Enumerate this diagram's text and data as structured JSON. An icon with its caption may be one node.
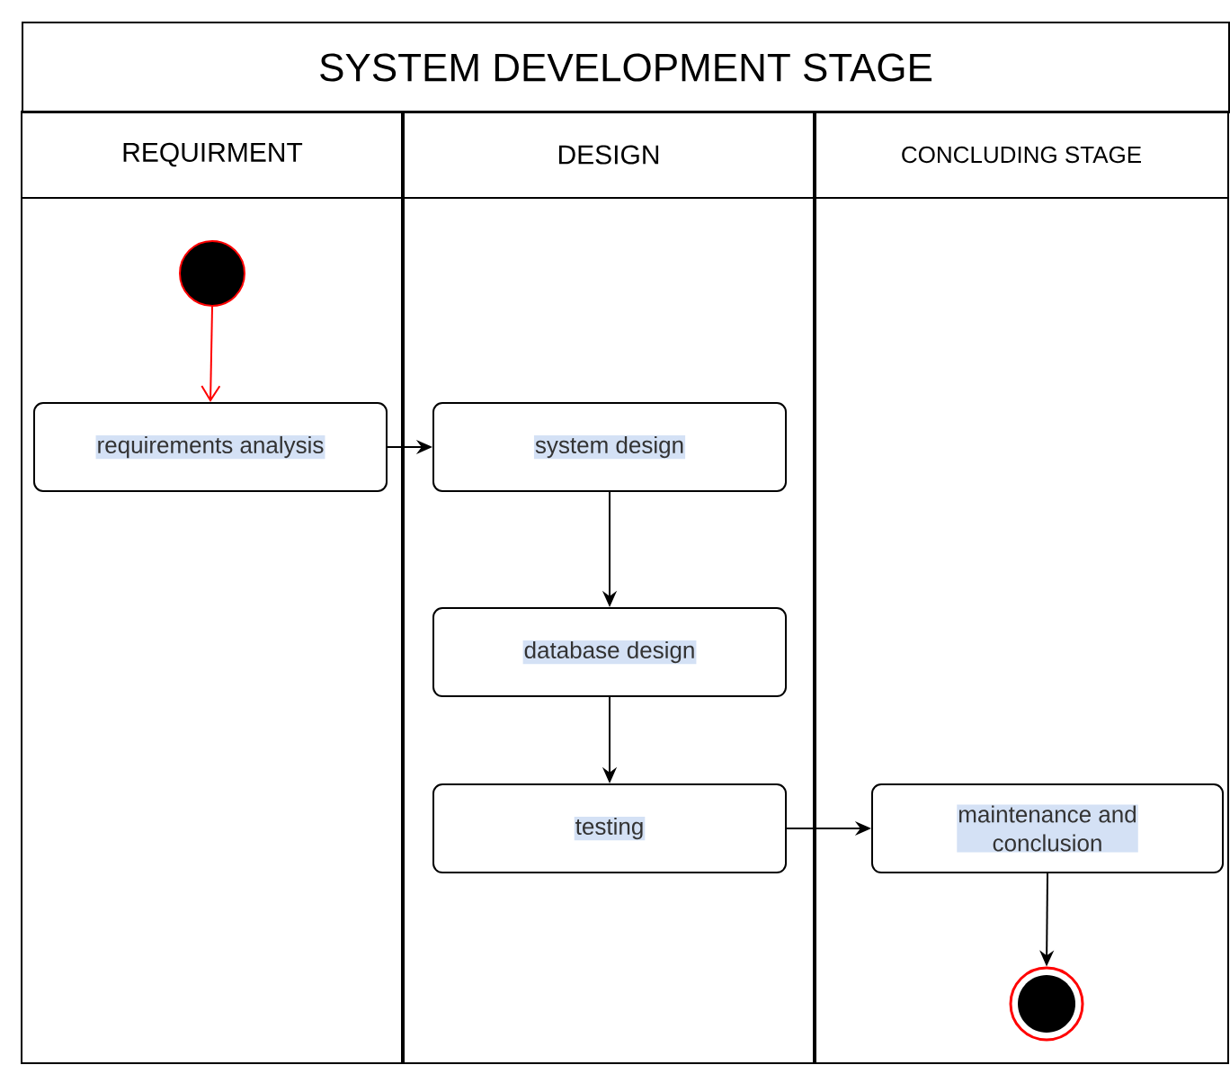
{
  "diagram": {
    "nodes": [
      {
        "text": [
          "SYSTEM DEVELOPMENT STAGE"
        ]
      },
      {
        "text": [
          "REQUIRMENT"
        ]
      },
      {
        "text": [
          "DESIGN"
        ]
      },
      {
        "text": [
          "CONCLUDING STAGE"
        ]
      },
      {
        "text": [],
        "shape": "circle",
        "in": 1
      },
      {
        "text": [
          "requirements analysis"
        ],
        "in": 1
      },
      {
        "text": [
          "system design"
        ],
        "in": 2
      },
      {
        "text": [
          "database design"
        ],
        "in": 2
      },
      {
        "text": [
          "testing"
        ],
        "in": 2
      },
      {
        "text": [
          "maintenance and conclusion"
        ],
        "in": 3
      },
      {
        "text": [],
        "shape": "circle",
        "in": 3
      }
    ],
    "edges": [
      {
        "from": 4,
        "to": 5,
        "arrow": "to",
        "color": "#ff0000"
      },
      {
        "from": 5,
        "to": 6,
        "arrow": "to"
      },
      {
        "from": 6,
        "to": 7,
        "arrow": "to"
      },
      {
        "from": 7,
        "to": 8,
        "arrow": "to"
      },
      {
        "from": 8,
        "to": 9,
        "arrow": "to"
      },
      {
        "from": 9,
        "to": 10,
        "arrow": "to"
      }
    ]
  }
}
